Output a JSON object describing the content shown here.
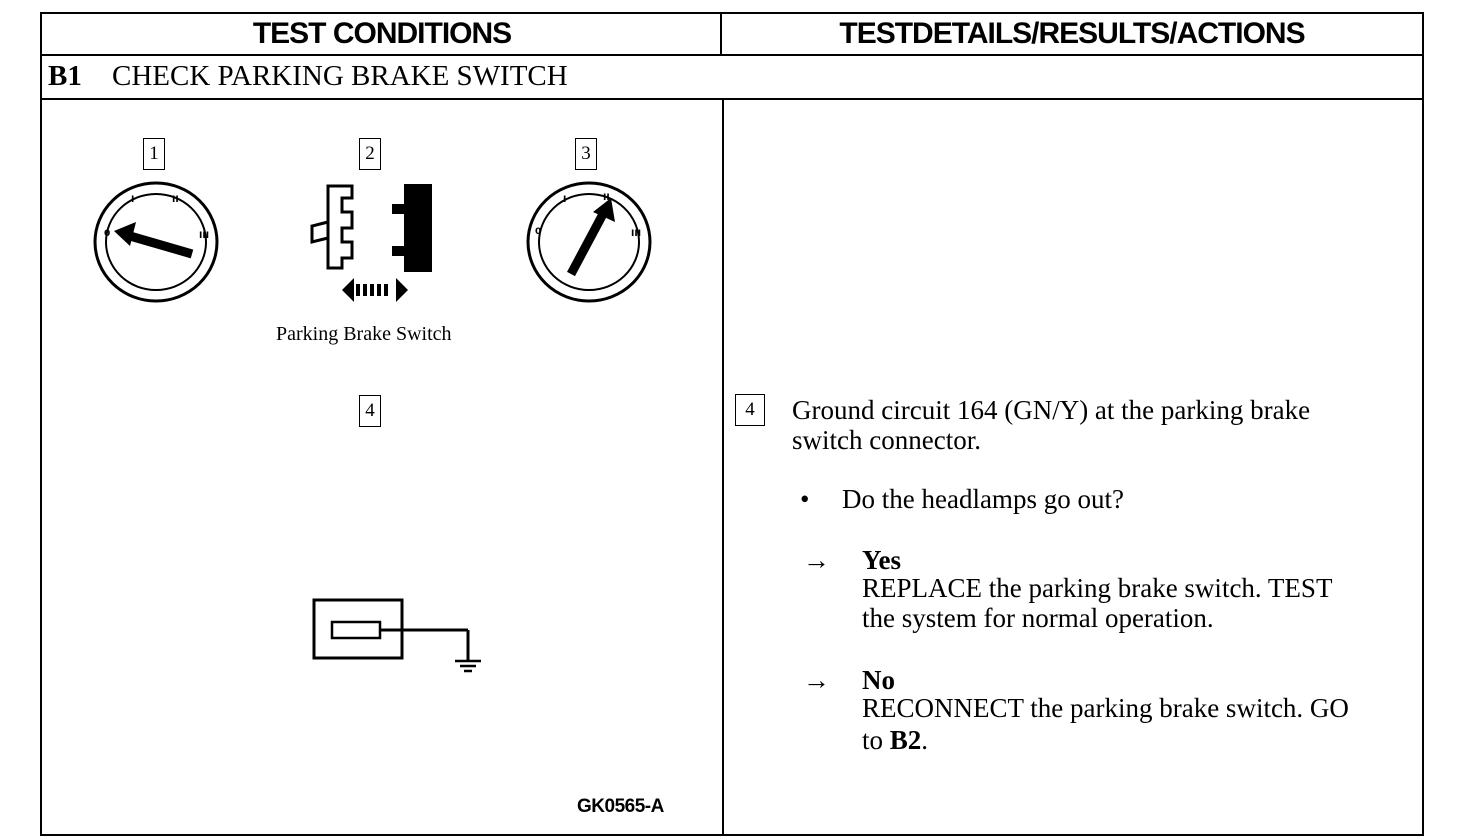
{
  "header": {
    "left_title": "TEST CONDITIONS",
    "right_title": "TESTDETAILS/RESULTS/ACTIONS"
  },
  "step": {
    "code": "B1",
    "title": "CHECK PARKING BRAKE SWITCH"
  },
  "figure": {
    "callouts": [
      "1",
      "2",
      "3",
      "4"
    ],
    "switch_caption": "Parking Brake Switch",
    "figure_code": "GK0565-A",
    "icons": [
      "ignition-switch-off-icon",
      "connector-disconnect-icon",
      "ignition-switch-run-icon",
      "ground-circuit-icon"
    ]
  },
  "details": {
    "callout": "4",
    "instruction_line1": "Ground circuit 164 (GN/Y) at the parking brake",
    "instruction_line2": "switch connector.",
    "bullet_symbol": "•",
    "question": "Do the headlamps go out?",
    "arrow_symbol": "→",
    "yes_label": "Yes",
    "yes_line1": "REPLACE the parking brake switch. TEST",
    "yes_line2": "the system for normal operation.",
    "no_label": "No",
    "no_line1": "RECONNECT the parking brake switch. GO",
    "no_line2_prefix": "to ",
    "no_line2_ref": "B2",
    "no_line2_suffix": "."
  }
}
